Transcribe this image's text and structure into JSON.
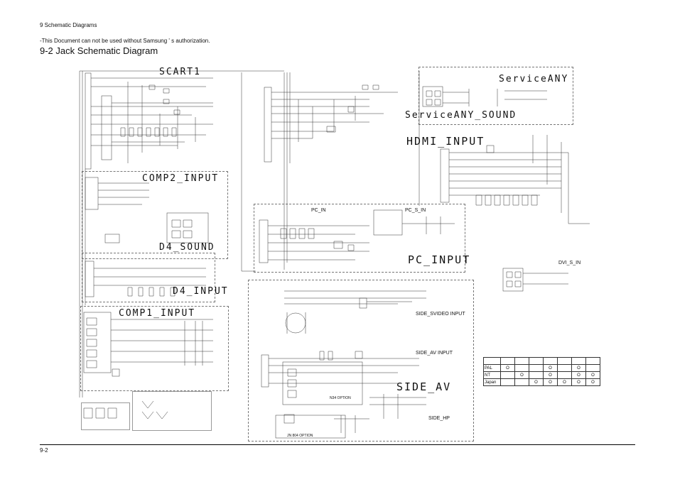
{
  "header": {
    "section": "9  Schematic Diagrams",
    "notice": "-This Document can not be used without Samsung ' s authorization.",
    "title": "9-2 Jack Schematic Diagram"
  },
  "blocks": {
    "scart1": "SCART1",
    "service_any": "ServiceANY",
    "service_any_sound": "ServiceANY_SOUND",
    "hdmi_input": "HDMI_INPUT",
    "comp2_input": "COMP2_INPUT",
    "d4_sound": "D4_SOUND",
    "d4_input": "D4_INPUT",
    "comp1_input": "COMP1_INPUT",
    "pc_in": "PC_IN",
    "pc_s_in": "PC_S_IN",
    "pc_input": "PC_INPUT",
    "dvi_s_in": "DVI_S_IN",
    "side_svideo_input": "SIDE_SVIDEO INPUT",
    "side_av_input": "SIDE_AV INPUT",
    "side_av": "SIDE_AV",
    "side_hp": "SIDE_HP",
    "n34_option": "N34 OPTION",
    "jn804_option": "JN 804 OPTION"
  },
  "region_table": {
    "rows": [
      {
        "label": "PAL",
        "marks": [
          "O",
          "",
          "",
          "O",
          "",
          "O",
          ""
        ]
      },
      {
        "label": "NT",
        "marks": [
          "",
          "O",
          "",
          "O",
          "",
          "O",
          "O"
        ]
      },
      {
        "label": "Japan",
        "marks": [
          "",
          "",
          "O",
          "O",
          "O",
          "O",
          "O"
        ]
      }
    ]
  },
  "footer": {
    "page": "9-2"
  }
}
